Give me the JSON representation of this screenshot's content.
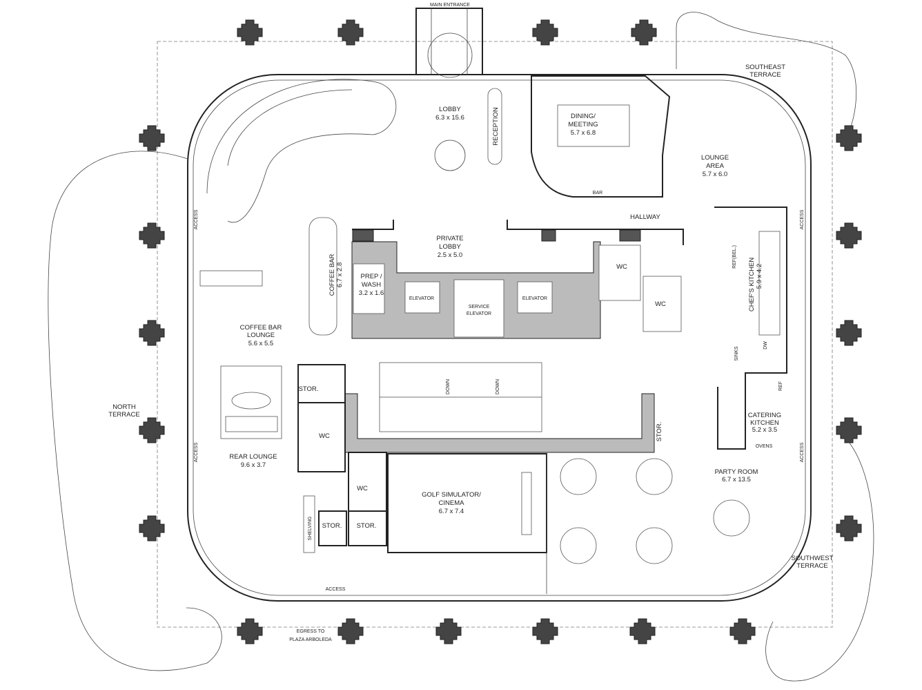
{
  "main_entrance": "MAIN ENTRANCE",
  "terraces": {
    "southeast": [
      "SOUTHEAST",
      "TERRACE"
    ],
    "north": [
      "NORTH",
      "TERRACE"
    ],
    "southwest": [
      "SOUTHWEST",
      "TERRACE"
    ]
  },
  "rooms": {
    "lobby": {
      "name": "LOBBY",
      "dims": "6.3 x 15.6"
    },
    "reception": "RECEPTION",
    "dining": {
      "name": [
        "DINING/",
        "MEETING"
      ],
      "dims": "5.7 x 6.8"
    },
    "lounge_area": {
      "name": [
        "LOUNGE",
        "AREA"
      ],
      "dims": "5.7 x 6.0"
    },
    "bar": "BAR",
    "hallway": "HALLWAY",
    "private_lobby": {
      "name": [
        "PRIVATE",
        "LOBBY"
      ],
      "dims": "2.5 x 5.0"
    },
    "prep_wash": {
      "name": [
        "PREP /",
        "WASH"
      ],
      "dims": "3.2 x 1.6"
    },
    "coffee_bar": {
      "name": "COFFEE BAR",
      "dims": "6.7 x 2.8"
    },
    "elevator_1": "ELEVATOR",
    "service_elevator": [
      "SERVICE",
      "ELEVATOR"
    ],
    "elevator_2": "ELEVATOR",
    "wc_1": "WC",
    "wc_2": "WC",
    "wc_3": "WC",
    "wc_4": "WC",
    "ref_bel": "REF(BEL.)",
    "chefs_kitchen": {
      "name": "CHEF'S KITCHEN",
      "dims": "5.9 x 4.2"
    },
    "sinks": "SINKS",
    "dw": "DW",
    "ref": "REF",
    "coffee_bar_lounge": {
      "name": [
        "COFFEE BAR",
        "LOUNGE"
      ],
      "dims": "5.6 x 5.5"
    },
    "stor_1": "STOR.",
    "stor_2": "STOR.",
    "stor_3": "STOR.",
    "stor_4": "STOR.",
    "down_1": "DOWN",
    "down_2": "DOWN",
    "catering_kitchen": {
      "name": [
        "CATERING",
        "KITCHEN"
      ],
      "dims": "5.2 x 3.5"
    },
    "ovens": "OVENS",
    "party_room": {
      "name": "PARTY ROOM",
      "dims": "6.7 x 13.5"
    },
    "rear_lounge": {
      "name": "REAR LOUNGE",
      "dims": "9.6 x 3.7"
    },
    "golf": {
      "name": [
        "GOLF SIMULATOR/",
        "CINEMA"
      ],
      "dims": "6.7 x 7.4"
    },
    "shelving": "SHELVING"
  },
  "access": "ACCESS",
  "egress": [
    "EGRESS TO",
    "PLAZA ARBOLEDA"
  ]
}
